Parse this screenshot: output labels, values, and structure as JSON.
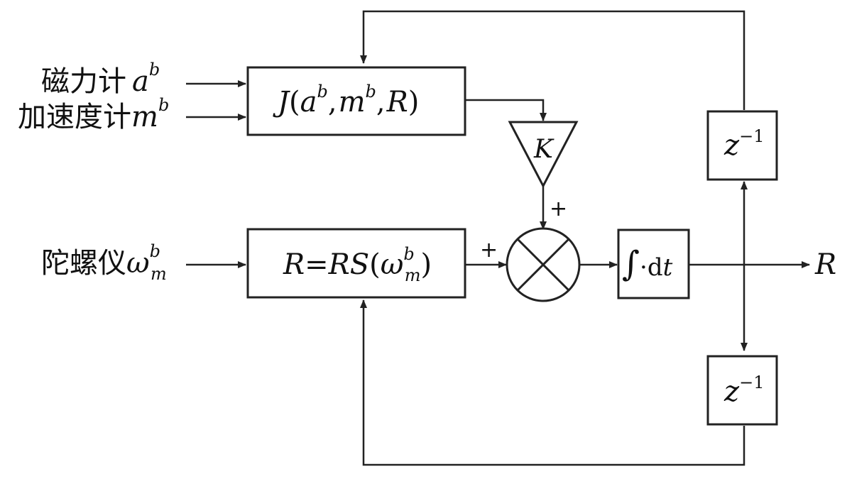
{
  "inputs": {
    "magnetometer": {
      "label": "磁力计",
      "symbol": "a",
      "sup": "b"
    },
    "accelerometer": {
      "label": "加速度计",
      "symbol": "m",
      "sup": "b"
    },
    "gyroscope": {
      "label": "陀螺仪",
      "symbol": "ω",
      "sup": "b",
      "sub": "m"
    }
  },
  "blocks": {
    "cost": {
      "func": "J",
      "open": "(",
      "a": "a",
      "a_sup": "b",
      "comma1": ",",
      "m": "m",
      "m_sup": "b",
      "comma2": ",",
      "r": "R",
      "close": ")"
    },
    "gain": {
      "label": "K"
    },
    "update": {
      "lhs": "R",
      "eq": "=",
      "rs": "RS",
      "open": "(",
      "w": "ω",
      "w_sup": "b",
      "w_sub": "m",
      "close": ")"
    },
    "integrator": {
      "integral": "∫",
      "dot": "·",
      "d": "d",
      "t": "t"
    },
    "delay_top": {
      "z": "z",
      "exp": "−1"
    },
    "delay_bottom": {
      "z": "z",
      "exp": "−1"
    }
  },
  "signs": {
    "gain_input": "+",
    "update_input": "+"
  },
  "output": {
    "label": "R"
  }
}
